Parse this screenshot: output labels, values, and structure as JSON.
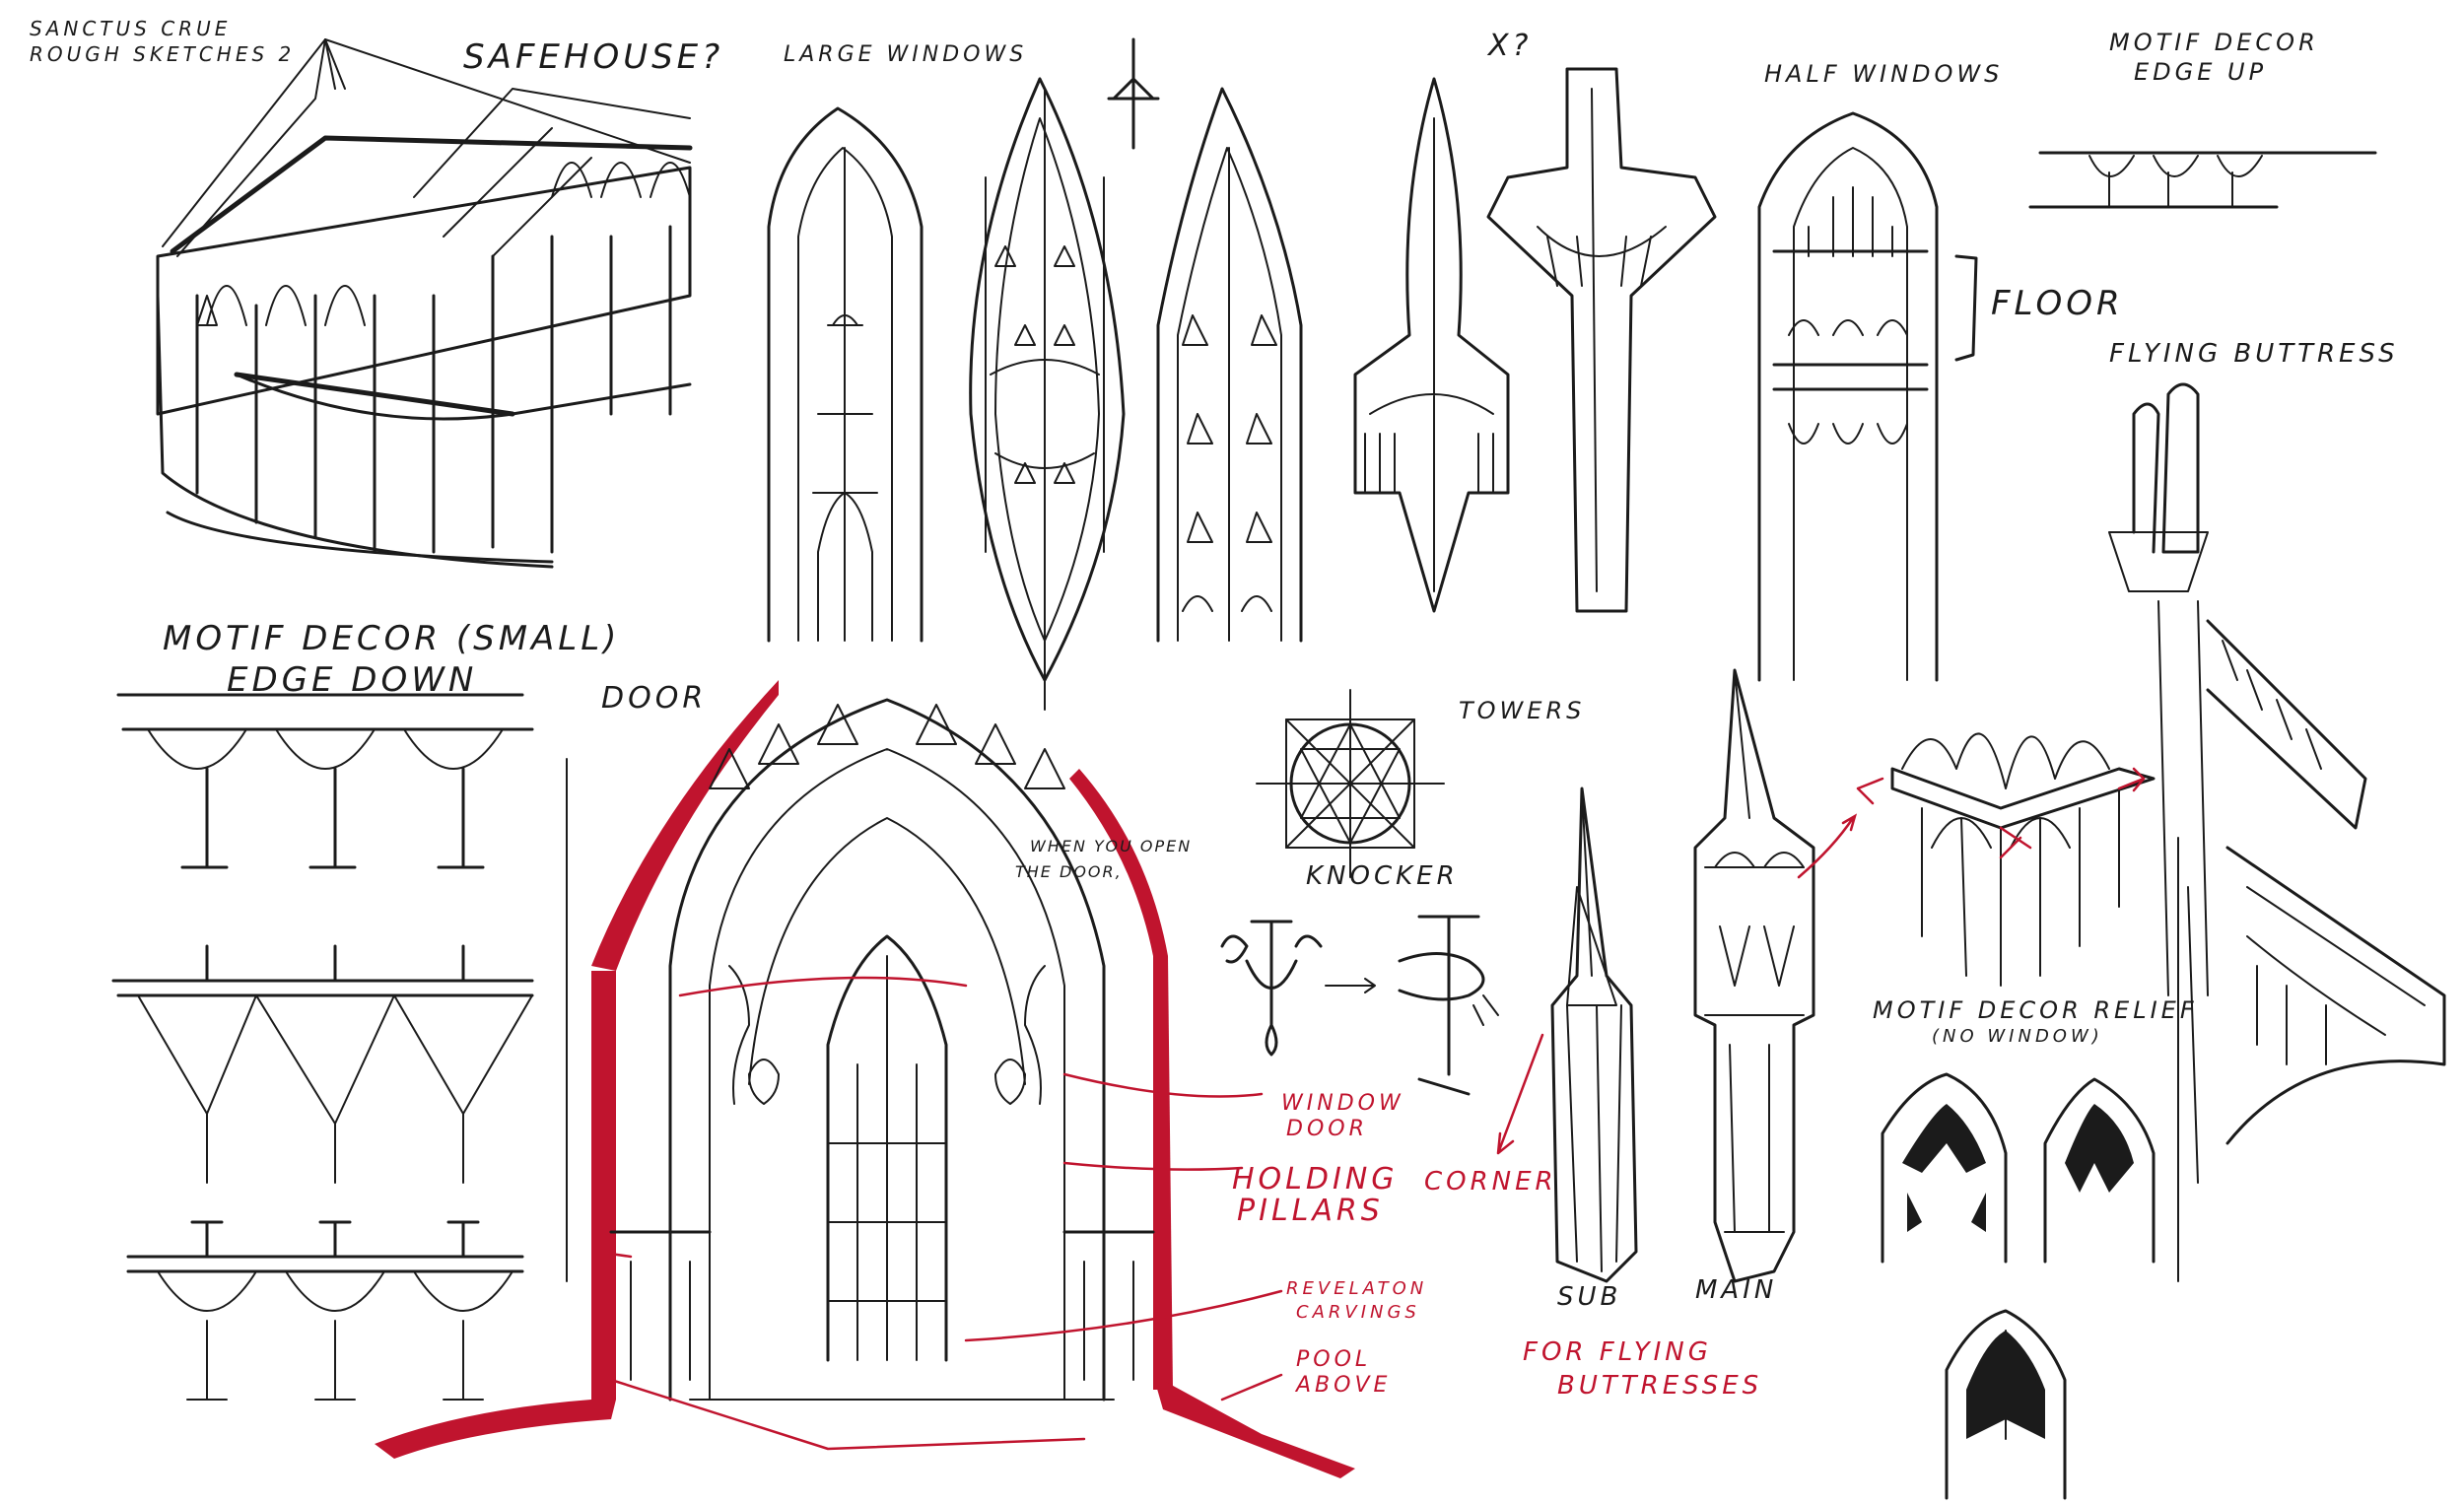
{
  "title_lines": [
    "SANCTUS CRUE",
    "ROUGH SKETCHES 2"
  ],
  "labels": {
    "safehouse": "SAFEHOUSE?",
    "large_windows": "LARGE WINDOWS",
    "x_question": "X?",
    "half_windows": "HALF WINDOWS",
    "motif_edge_up_1": "MOTIF DECOR",
    "motif_edge_up_2": "EDGE UP",
    "floor": "FLOOR",
    "flying_buttress": "FLYING BUTTRESS",
    "motif_small_1": "MOTIF DECOR (SMALL)",
    "motif_small_2": "EDGE DOWN",
    "door": "DOOR",
    "towers": "TOWERS",
    "knocker": "KNOCKER",
    "door_note_1": "WHEN YOU OPEN",
    "door_note_2": "THE DOOR,",
    "motif_relief_1": "MOTIF DECOR RELIEF",
    "motif_relief_2": "(NO WINDOW)",
    "sub": "SUB",
    "main": "MAIN"
  },
  "red_labels": {
    "window_door_1": "WINDOW",
    "window_door_2": "DOOR",
    "holding_pillars_1": "HOLDING",
    "holding_pillars_2": "PILLARS",
    "revelation_1": "REVELATON",
    "revelation_2": "CARVINGS",
    "pool_1": "POOL",
    "pool_2": "ABOVE",
    "corner": "CORNER",
    "for_flying_1": "FOR FLYING",
    "for_flying_2": "BUTTRESSES"
  },
  "colors": {
    "ink": "#1b1b1b",
    "accent_red": "#c0142e",
    "paper": "#ffffff"
  }
}
